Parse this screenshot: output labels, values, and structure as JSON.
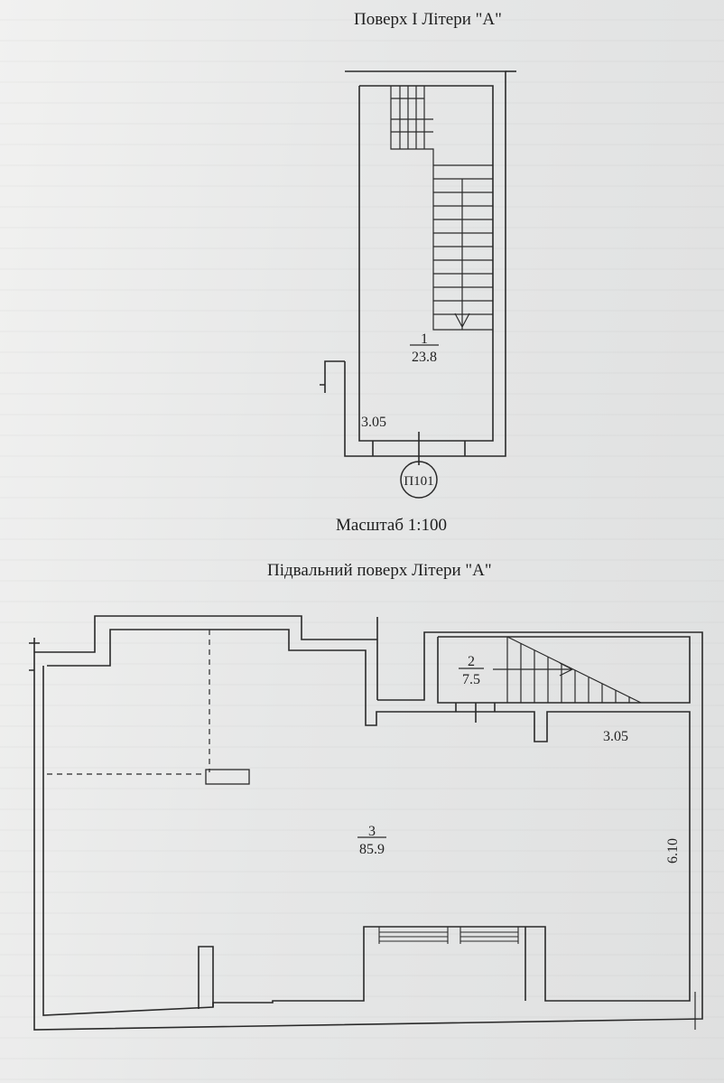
{
  "titles": {
    "ground_floor": "Поверх I Літери \"А\"",
    "scale": "Масштаб 1:100",
    "basement": "Підвальний поверх Літери \"А\""
  },
  "ground_floor": {
    "room_1": {
      "number": "1",
      "area": "23.8"
    },
    "dimension_width": "3.05",
    "entrance_mark": "П101"
  },
  "basement": {
    "room_2": {
      "number": "2",
      "area": "7.5"
    },
    "room_3": {
      "number": "3",
      "area": "85.9"
    },
    "dimension_width": "3.05",
    "dimension_length": "6.10"
  }
}
